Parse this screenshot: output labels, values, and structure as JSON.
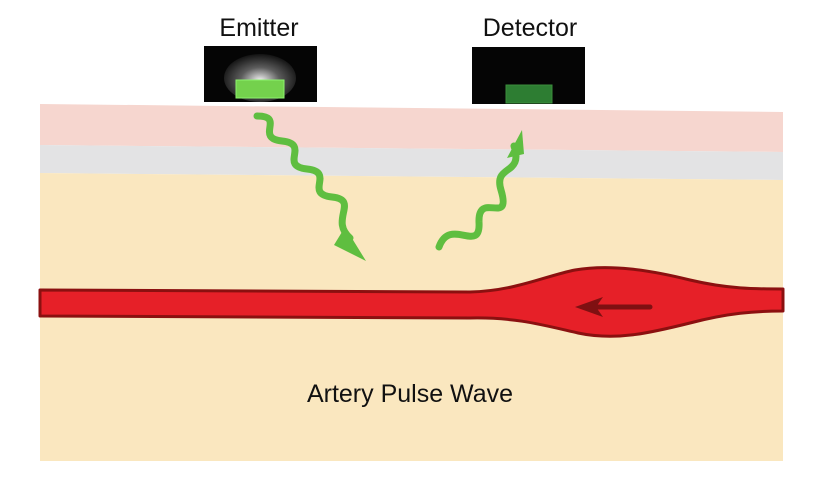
{
  "labels": {
    "emitter": "Emitter",
    "detector": "Detector",
    "artery": "Artery Pulse Wave"
  },
  "colors": {
    "skin_top": "#f6d6cf",
    "skin_middle": "#e3e3e4",
    "tissue": "#fae7bf",
    "artery_fill": "#e62028",
    "artery_outline": "#8b1010",
    "arrow": "#7f1012",
    "light": "#5fbe40",
    "sensor_box": "#050505",
    "emitter_light": "#74d14d",
    "detector_light": "#2d7d32"
  },
  "icons": {
    "emitted_wave": "wavy-arrow-down",
    "reflected_wave": "wavy-arrow-up",
    "flow_direction": "left-arrow"
  }
}
